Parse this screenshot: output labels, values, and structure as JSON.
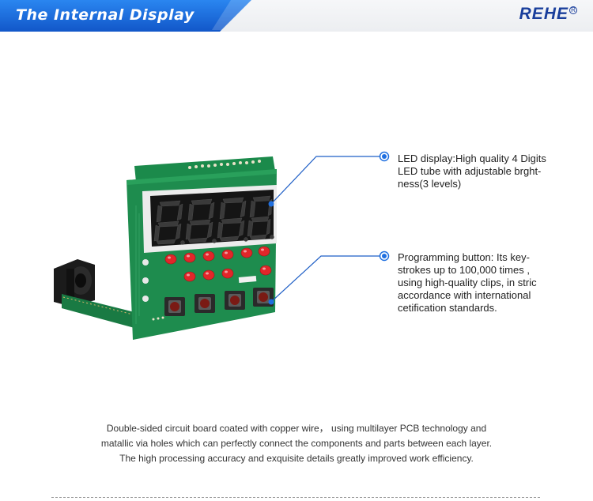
{
  "header": {
    "title": "The Internal Display",
    "logo_text": "REHE",
    "logo_mark": "R",
    "banner_color": "#1565d8",
    "brand_color": "#1a3f9c"
  },
  "callouts": [
    {
      "icon": "bullet-circle-icon",
      "lines": [
        "LED display:High quality 4 Digits",
        "LED tube with adjustable brght-",
        "ness(3 levels)"
      ]
    },
    {
      "icon": "bullet-circle-icon",
      "lines": [
        "Programming button:  Its key-",
        "strokes up to 100,000 times ,",
        "using high-quality clips, in stric",
        "accordance with international",
        "cetification standards."
      ]
    }
  ],
  "description": {
    "lines": [
      "Double-sided circuit board coated with copper wire， using multilayer PCB technology and",
      "matallic via holes which can perfectly connect the components and parts between each layer.",
      "The high processing accuracy and exquisite details greatly improved work efficiency."
    ]
  },
  "board": {
    "display_digits": "8.8.8.8.",
    "pcb_color": "#1e8c4e",
    "led_color": "#e2262a"
  }
}
